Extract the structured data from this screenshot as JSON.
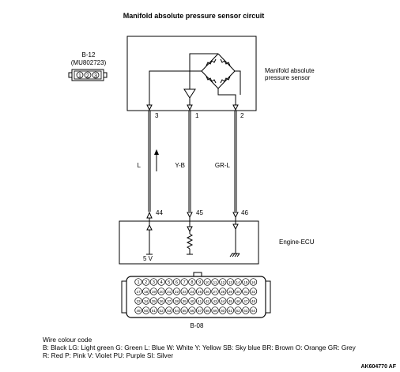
{
  "title": "Manifold absolute pressure sensor circuit",
  "connector_sensor": {
    "id": "B-12",
    "part": "(MU802723)",
    "pins": [
      "1",
      "2",
      "3"
    ]
  },
  "sensor_label": [
    "Manifold absolute",
    "pressure sensor"
  ],
  "sensor_pins": [
    "3",
    "1",
    "2"
  ],
  "wires": [
    {
      "label": "L",
      "ecu_pin": "44"
    },
    {
      "label": "Y-B",
      "ecu_pin": "45"
    },
    {
      "label": "GR-L",
      "ecu_pin": "46"
    }
  ],
  "ecu_label": "Engine-ECU",
  "voltage_label": "5 V",
  "ecu_connector": {
    "id": "B-08",
    "pins": [
      [
        "1",
        "2",
        "3",
        "4",
        "5",
        "6",
        "7",
        "8",
        "9",
        "10",
        "11",
        "12",
        "13",
        "14",
        "15",
        "16"
      ],
      [
        "17",
        "18",
        "19",
        "20",
        "21",
        "22",
        "23",
        "24",
        "25",
        "26",
        "27",
        "28",
        "29",
        "30",
        "31",
        "32"
      ],
      [
        "33",
        "34",
        "35",
        "36",
        "37",
        "38",
        "39",
        "40",
        "41",
        "42",
        "43",
        "44",
        "45",
        "46",
        "47",
        "48"
      ],
      [
        "49",
        "50",
        "51",
        "52",
        "53",
        "54",
        "55",
        "56",
        "57",
        "58",
        "59",
        "60",
        "61",
        "62",
        "63",
        "64"
      ]
    ]
  },
  "wire_colour_code": {
    "heading": "Wire colour code",
    "line1": "B: Black  LG: Light green  G: Green  L: Blue  W: White  Y: Yellow  SB: Sky blue  BR: Brown  O: Orange  GR: Grey",
    "line2": "R: Red  P: Pink  V: Violet  PU: Purple  SI: Silver"
  },
  "figure_code": "AK604770 AF"
}
